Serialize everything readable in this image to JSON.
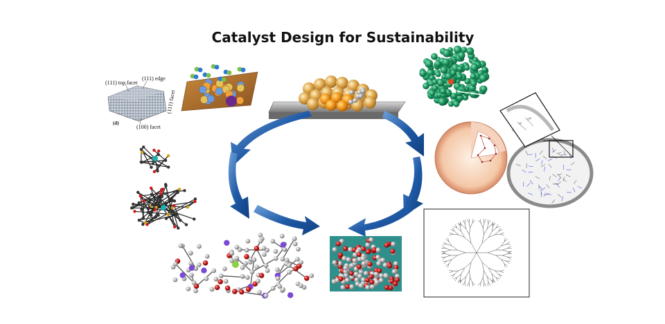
{
  "title": "Catalyst Design for Sustainability",
  "labels": {
    "top_facet": "(111) top facet",
    "edge": "(111) edge",
    "side_facet": "(111) facet",
    "bottom_facet": "(100) facet",
    "panel": "(d)"
  },
  "colors": {
    "arrow_dark": "#0f3f7f",
    "arrow_light": "#6fa0d8",
    "slab": "#9a9a9a",
    "gold_particle": "#f0b040",
    "enzyme": "#1e9a64",
    "mof_background": "#2f8f8a"
  }
}
